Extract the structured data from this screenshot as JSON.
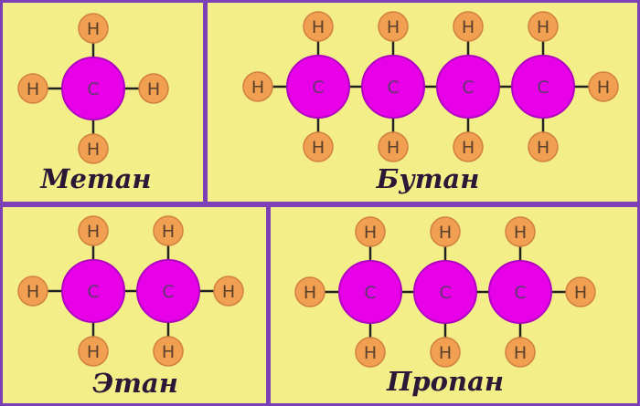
{
  "colors": {
    "frame": "#7b3fb8",
    "panel_bg": "#f4ee88",
    "carbon_fill": "#e800e8",
    "carbon_stroke": "#b000c0",
    "hydrogen_fill": "#f0a050",
    "hydrogen_stroke": "#d08040",
    "bond": "#222222"
  },
  "atoms": {
    "carbon": "C",
    "hydrogen": "H"
  },
  "panels": [
    {
      "id": "methane",
      "caption": "Метан",
      "carbons": 1
    },
    {
      "id": "butane",
      "caption": "Бутан",
      "carbons": 4
    },
    {
      "id": "ethane",
      "caption": "Этан",
      "carbons": 2
    },
    {
      "id": "propane",
      "caption": "Пропан",
      "carbons": 3
    }
  ]
}
